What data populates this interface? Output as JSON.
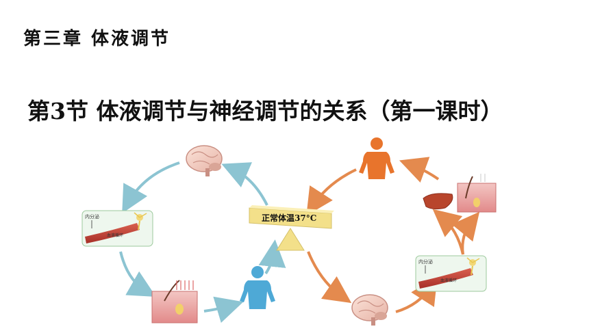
{
  "header": {
    "chapter": "第三章 体液调节",
    "title": "第3节  体液调节与神经调节的关系（第一课时）"
  },
  "diagram": {
    "center_label": "正常体温37°C",
    "vessel_label_secretion": "内分泌",
    "vessel_label_circulation": "血液循环",
    "colors": {
      "cold_arrow": "#8cc4d2",
      "hot_arrow": "#e48a4e",
      "person_hot": "#e8742c",
      "person_cold": "#4ea9d6",
      "scale": "#f3e08a"
    }
  }
}
